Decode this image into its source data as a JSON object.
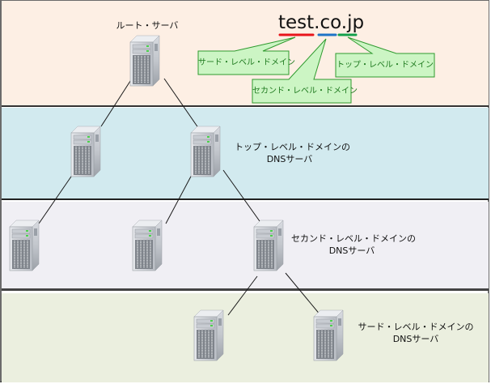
{
  "diagram": {
    "domain_name": "test.co.jp",
    "domain_parts": [
      {
        "text": "test",
        "level": "third",
        "color": "#e8141b"
      },
      {
        "text": "co",
        "level": "second",
        "color": "#1e73c6"
      },
      {
        "text": "jp",
        "level": "top",
        "color": "#13a04b"
      }
    ],
    "callouts": {
      "third": "サード・レベル・ドメイン",
      "second": "セカンド・レベル・ドメイン",
      "top": "トップ・レベル・ドメイン"
    },
    "tiers": [
      {
        "id": "root",
        "label": "ルート・サーバ",
        "color": "#fdefe4"
      },
      {
        "id": "tld",
        "label_line1": "トップ・レベル・ドメインの",
        "label_line2": "DNSサーバ",
        "color": "#d2eaef"
      },
      {
        "id": "sld",
        "label_line1": "セカンド・レベル・ドメインの",
        "label_line2": "DNSサーバ",
        "color": "#f0eff4"
      },
      {
        "id": "3ld",
        "label_line1": "サード・レベル・ドメインの",
        "label_line2": "DNSサーバ",
        "color": "#ebefdf"
      }
    ],
    "callout_fill": "#ccf5c4",
    "callout_border": "#2e9a2e"
  }
}
